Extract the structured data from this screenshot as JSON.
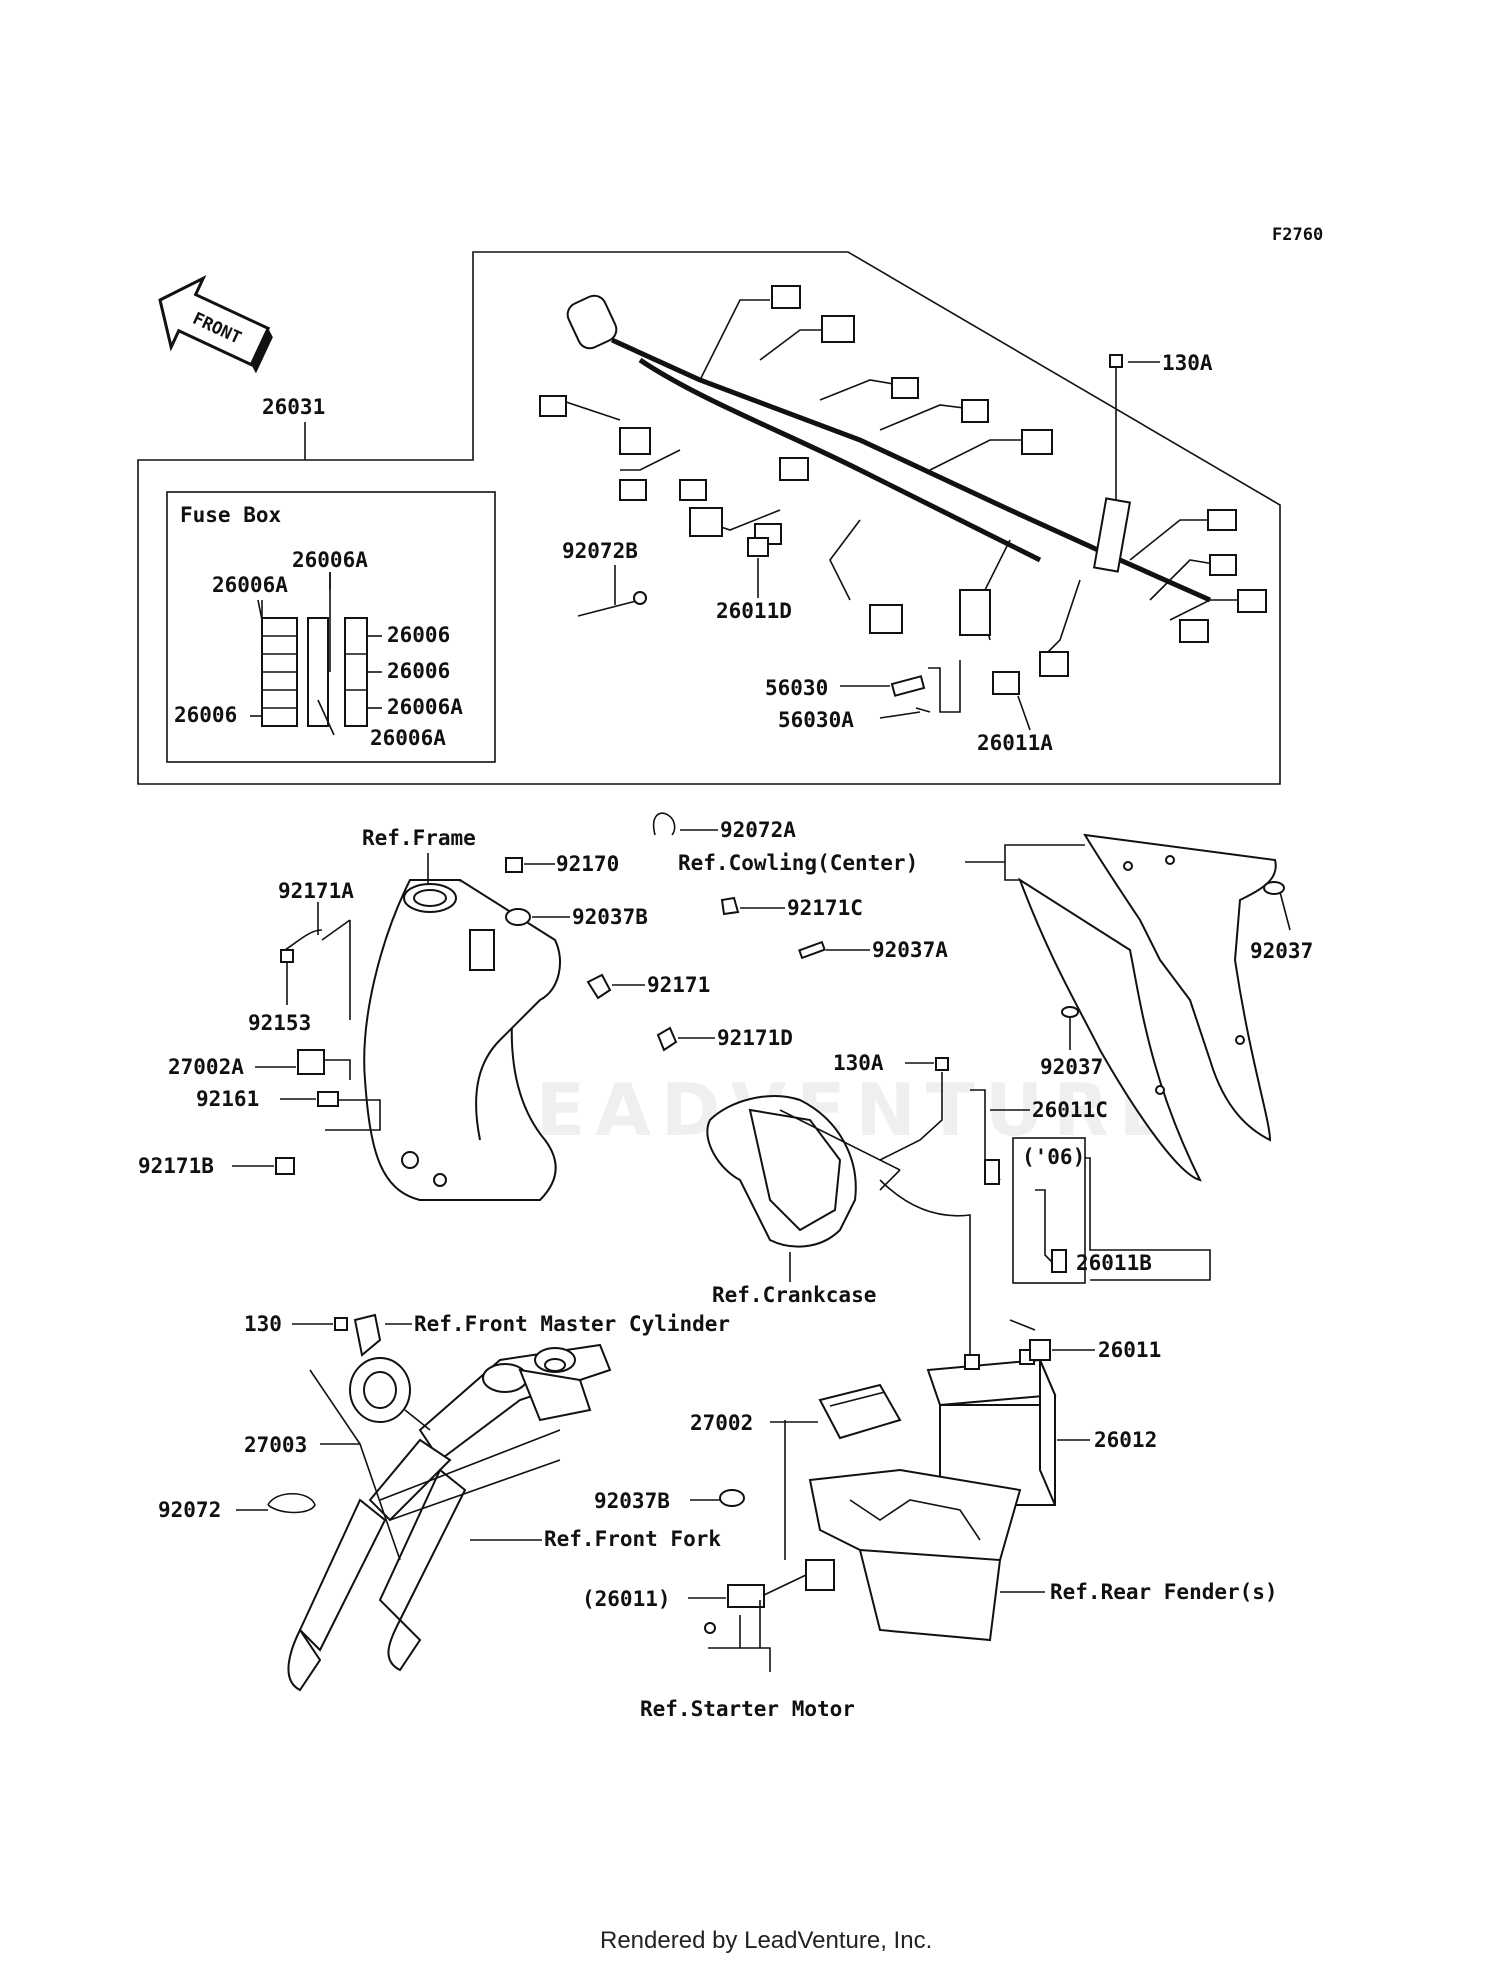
{
  "code": "F2760",
  "front_label": "FRONT",
  "fuse_box_title": "Fuse Box",
  "watermark": "LEADVENTURE",
  "footer": "Rendered by LeadVenture, Inc.",
  "labels": {
    "p26031": "26031",
    "p130A_top": "130A",
    "p92072B": "92072B",
    "p26011D": "26011D",
    "p56030": "56030",
    "p56030A": "56030A",
    "p26011A": "26011A",
    "p26006A_1": "26006A",
    "p26006A_2": "26006A",
    "p26006_r1": "26006",
    "p26006_r2": "26006",
    "p26006A_r3": "26006A",
    "p26006_l": "26006",
    "p26006A_b": "26006A",
    "p92072A": "92072A",
    "ref_frame": "Ref.Frame",
    "p92170": "92170",
    "ref_cowling": "Ref.Cowling(Center)",
    "p92171A": "92171A",
    "p92037B_top": "92037B",
    "p92171C": "92171C",
    "p92037A": "92037A",
    "p92171": "92171",
    "p92037_r": "92037",
    "p92153": "92153",
    "p92171D": "92171D",
    "p27002A": "27002A",
    "p130A_mid": "130A",
    "p92037_c": "92037",
    "p92161": "92161",
    "p26011C": "26011C",
    "p92171B": "92171B",
    "p06": "('06)",
    "p26011B": "26011B",
    "ref_crankcase": "Ref.Crankcase",
    "p130": "130",
    "ref_front_master": "Ref.Front Master Cylinder",
    "p26011": "26011",
    "p27002": "27002",
    "p26012": "26012",
    "p27003": "27003",
    "p92037B_low": "92037B",
    "p92072": "92072",
    "ref_front_fork": "Ref.Front Fork",
    "ref_rear_fender": "Ref.Rear Fender(s)",
    "p26011_paren": "(26011)",
    "ref_starter": "Ref.Starter Motor"
  }
}
